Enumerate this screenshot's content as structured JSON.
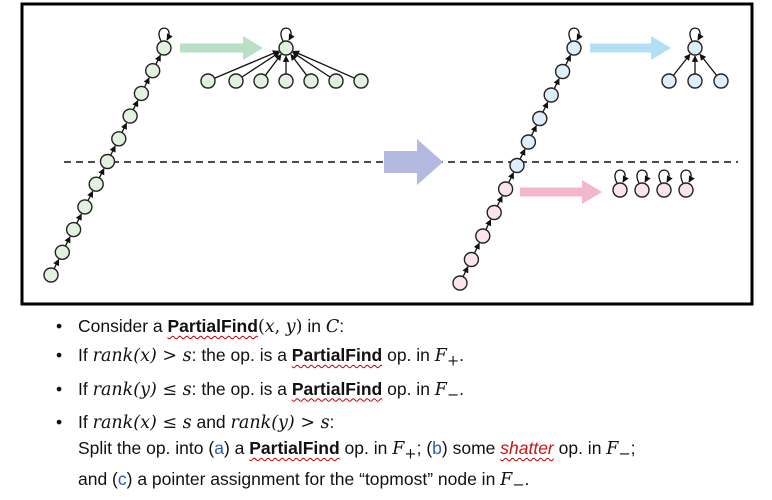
{
  "diagram": {
    "colors": {
      "frame": "#000000",
      "node_fill_green": "#e3f1e0",
      "node_fill_blue": "#deeefa",
      "node_fill_pink": "#fbe4ea",
      "node_stroke": "#222222",
      "arrow_green": "#b9dfc4",
      "arrow_blue": "#b3dff5",
      "arrow_pink": "#f4b6cb",
      "arrow_big": "#b3b9e0",
      "dashed_line": "#111111"
    }
  },
  "bullets": {
    "b1": {
      "pre": "Consider a ",
      "op": "PartialFind",
      "args_open": "(",
      "x": "x",
      "comma": ", ",
      "y": "y",
      "args_close": ")",
      "mid": " in ",
      "C": "C",
      "post": ":"
    },
    "b2": {
      "if": "If ",
      "rank": "rank",
      "arg": "(x)",
      "rel": " > ",
      "s": "s",
      "mid": ": the op. is a ",
      "op": "PartialFind",
      "post": " op. in ",
      "F": "F",
      "sub": "+",
      "end": "."
    },
    "b3": {
      "if": "If ",
      "rank": "rank",
      "arg": "(y)",
      "rel": " ≤ ",
      "s": "s",
      "mid": ": the op. is a ",
      "op": "PartialFind",
      "post": " op. in ",
      "F": "F",
      "sub": "−",
      "end": "."
    },
    "b4": {
      "if": "If ",
      "rank1": "rank",
      "arg1": "(x)",
      "rel1": " ≤ ",
      "s1": "s",
      "and": " and ",
      "rank2": "rank",
      "arg2": "(y)",
      "rel2": " > ",
      "s2": "s",
      "colon": ":",
      "line2_a_pre": "Split the op. into (",
      "a": "a",
      "line2_a_post": ") a ",
      "op": "PartialFind",
      "line2_b_pre": " op. in ",
      "F1": "F",
      "sub1": "+",
      "semi": "; (",
      "b": "b",
      "line2_b_post": ") some ",
      "shatter": "shatter",
      "line2_c_pre": " op. in ",
      "F2": "F",
      "sub2": "−",
      "semi2": ";",
      "line3_pre": "and (",
      "c": "c",
      "line3_post": ") a pointer assignment for the “topmost” node in ",
      "F3": "F",
      "sub3": "−",
      "end": "."
    }
  }
}
